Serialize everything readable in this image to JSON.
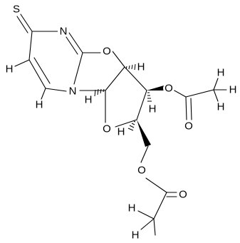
{
  "molecule": {
    "atom_labels": [
      {
        "id": "s",
        "text": "S"
      },
      {
        "id": "n1",
        "text": "N"
      },
      {
        "id": "n2",
        "text": "N"
      },
      {
        "id": "o1",
        "text": "O"
      },
      {
        "id": "o2",
        "text": "O"
      },
      {
        "id": "o3",
        "text": "O"
      },
      {
        "id": "o4",
        "text": "O"
      },
      {
        "id": "o5",
        "text": "O"
      },
      {
        "id": "o6",
        "text": "O"
      },
      {
        "id": "h1",
        "text": "H"
      },
      {
        "id": "h2",
        "text": "H"
      },
      {
        "id": "h3",
        "text": "H"
      },
      {
        "id": "h4",
        "text": "H"
      },
      {
        "id": "h5",
        "text": "H"
      },
      {
        "id": "h6",
        "text": "H"
      },
      {
        "id": "h7",
        "text": "H"
      },
      {
        "id": "h8",
        "text": "H"
      },
      {
        "id": "h9",
        "text": "H"
      },
      {
        "id": "h10",
        "text": "H"
      },
      {
        "id": "h11",
        "text": "H"
      }
    ]
  }
}
